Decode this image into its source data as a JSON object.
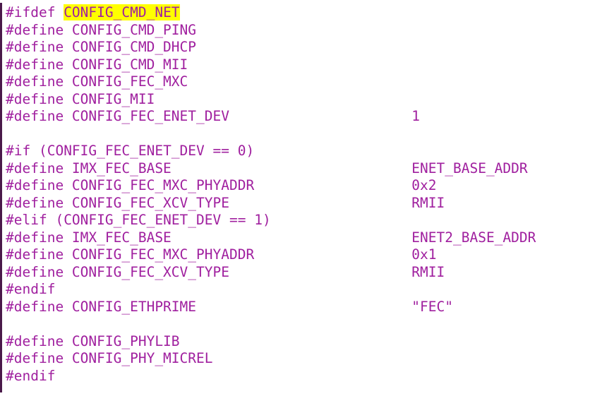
{
  "editor": {
    "lines": [
      {
        "directive": "#ifdef ",
        "macro": "CONFIG_CMD_NET",
        "value": "",
        "highlight": true
      },
      {
        "directive": "#define ",
        "macro": "CONFIG_CMD_PING",
        "value": ""
      },
      {
        "directive": "#define ",
        "macro": "CONFIG_CMD_DHCP",
        "value": ""
      },
      {
        "directive": "#define ",
        "macro": "CONFIG_CMD_MII",
        "value": ""
      },
      {
        "directive": "#define ",
        "macro": "CONFIG_FEC_MXC",
        "value": ""
      },
      {
        "directive": "#define ",
        "macro": "CONFIG_MII",
        "value": ""
      },
      {
        "directive": "#define ",
        "macro": "CONFIG_FEC_ENET_DEV",
        "value": "1"
      },
      {
        "directive": "",
        "macro": "",
        "value": ""
      },
      {
        "directive": "#if ",
        "macro": "(CONFIG_FEC_ENET_DEV == 0)",
        "value": ""
      },
      {
        "directive": "#define ",
        "macro": "IMX_FEC_BASE",
        "value": "ENET_BASE_ADDR"
      },
      {
        "directive": "#define ",
        "macro": "CONFIG_FEC_MXC_PHYADDR",
        "value": "0x2"
      },
      {
        "directive": "#define ",
        "macro": "CONFIG_FEC_XCV_TYPE",
        "value": "RMII"
      },
      {
        "directive": "#elif ",
        "macro": "(CONFIG_FEC_ENET_DEV == 1)",
        "value": ""
      },
      {
        "directive": "#define ",
        "macro": "IMX_FEC_BASE",
        "value": "ENET2_BASE_ADDR"
      },
      {
        "directive": "#define ",
        "macro": "CONFIG_FEC_MXC_PHYADDR",
        "value": "0x1"
      },
      {
        "directive": "#define ",
        "macro": "CONFIG_FEC_XCV_TYPE",
        "value": "RMII"
      },
      {
        "directive": "#endif",
        "macro": "",
        "value": ""
      },
      {
        "directive": "#define ",
        "macro": "CONFIG_ETHPRIME",
        "value": "\"FEC\""
      },
      {
        "directive": "",
        "macro": "",
        "value": ""
      },
      {
        "directive": "#define ",
        "macro": "CONFIG_PHYLIB",
        "value": ""
      },
      {
        "directive": "#define ",
        "macro": "CONFIG_PHY_MICREL",
        "value": ""
      },
      {
        "directive": "#endif",
        "macro": "",
        "value": ""
      }
    ],
    "colors": {
      "text": "#a0209f",
      "search_highlight": "#ffff00",
      "background": "#ffffff"
    }
  }
}
